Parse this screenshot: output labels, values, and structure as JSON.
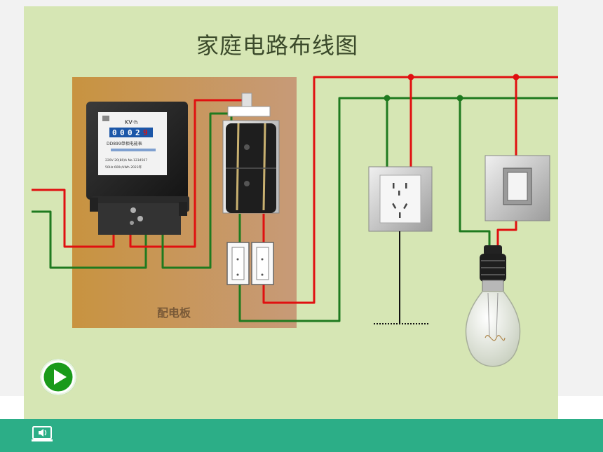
{
  "title": "家庭电路布线图",
  "panel": {
    "label": "配电板"
  },
  "meter": {
    "unit": "KV·h",
    "digits": [
      "0",
      "0",
      "0",
      "2",
      "9"
    ],
    "model_line": "DD899单相电能表",
    "spec_line1": "220V  20(80)A  No.1234567",
    "spec_line2": "50Hz  600r/kWh  2023年"
  },
  "colors": {
    "background": "#d6e6b4",
    "live_wire": "#e01010",
    "neutral_wire": "#1f7a1f",
    "panel": "#c89b60",
    "bottom_bar": "#2cae87",
    "play_button": "#1a9a1a"
  },
  "icons": {
    "play": "play-icon",
    "audio": "speaker-icon"
  }
}
